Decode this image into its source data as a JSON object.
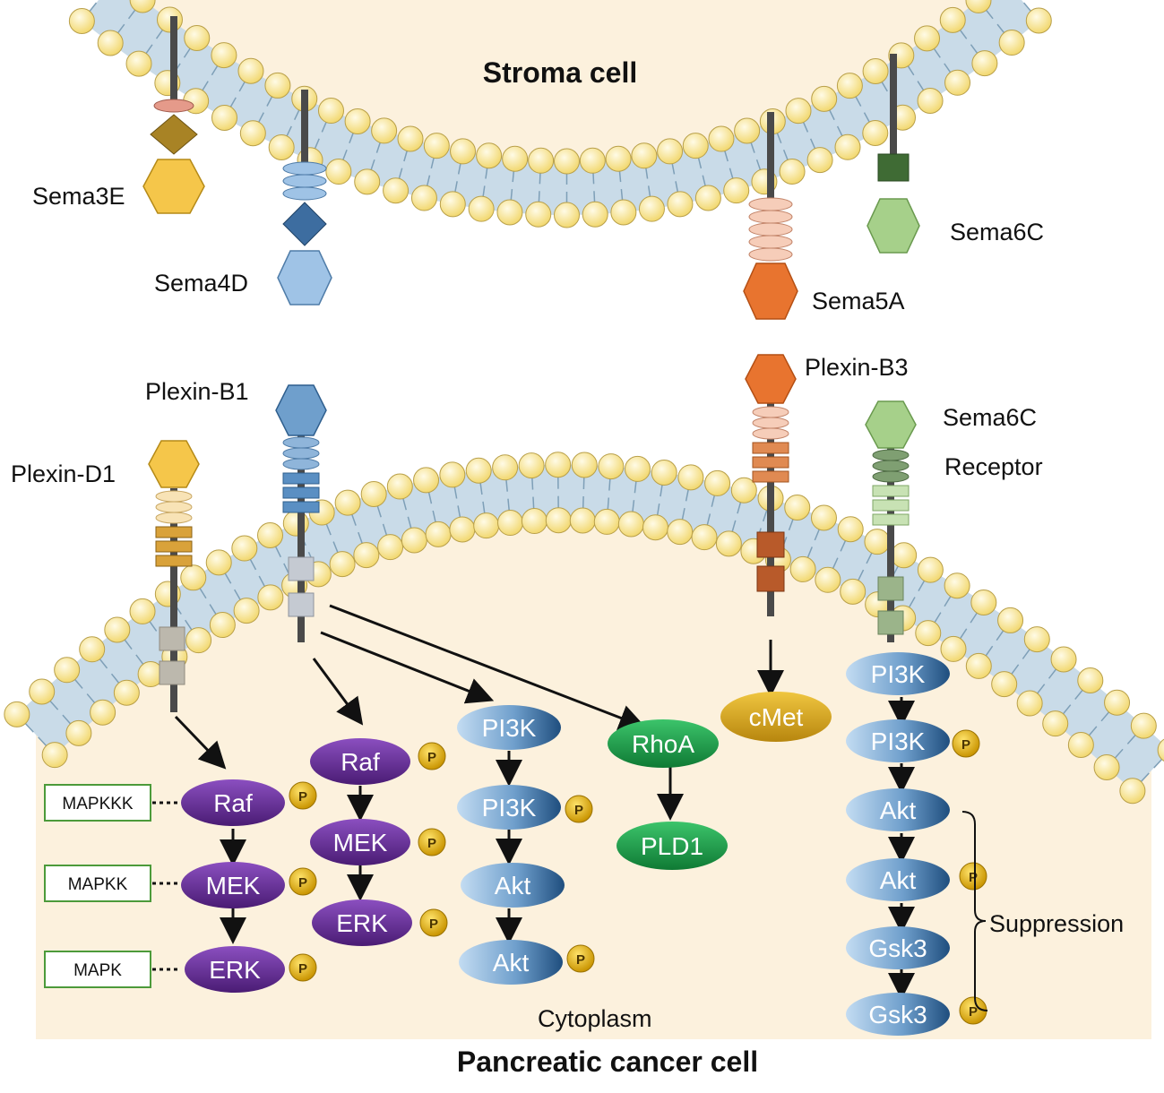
{
  "cells": {
    "stroma_title": "Stroma cell",
    "cancer_title": "Pancreatic cancer cell",
    "cytoplasm": "Cytoplasm"
  },
  "ligands": {
    "sema3e": "Sema3E",
    "sema4d": "Sema4D",
    "sema5a": "Sema5A",
    "sema6c_top": "Sema6C"
  },
  "receptors": {
    "plexin_d1": "Plexin-D1",
    "plexin_b1": "Plexin-B1",
    "plexin_b3": "Plexin-B3",
    "sema6c_receptor_line1": "Sema6C",
    "sema6c_receptor_line2": "Receptor"
  },
  "mapk_labels": {
    "mapkkk": "MAPKKK",
    "mapkk": "MAPKK",
    "mapk": "MAPK"
  },
  "phospho_label": "P",
  "pathway_d1": {
    "raf": "Raf",
    "mek": "MEK",
    "erk": "ERK"
  },
  "pathway_b1_mapk": {
    "raf": "Raf",
    "mek": "MEK",
    "erk": "ERK"
  },
  "pathway_b1_pi3k": {
    "pi3k": "PI3K",
    "pi3k_p": "PI3K",
    "akt": "Akt",
    "akt_p": "Akt"
  },
  "pathway_b1_rho": {
    "rhoa": "RhoA",
    "pld1": "PLD1"
  },
  "pathway_b3": {
    "cmet": "cMet"
  },
  "pathway_6c": {
    "pi3k": "PI3K",
    "pi3k_p": "PI3K",
    "akt": "Akt",
    "akt_p": "Akt",
    "gsk3": "Gsk3",
    "gsk3_p": "Gsk3",
    "suppression": "Suppression"
  },
  "colors": {
    "background": "#fcf1dd",
    "lipid_head": "#fbeb9c",
    "lipid_band": "#c9dbe8",
    "purple": "#6a2d9c",
    "blue": "#4f88bd",
    "green": "#1a9a48",
    "gold": "#d4a21c",
    "orange": "#e8742f",
    "sema3e": "#f5c64a",
    "sema4d": "#9fc3e6",
    "sema6c": "#a6d08a",
    "mapk_box_border": "#4c9a3a"
  }
}
